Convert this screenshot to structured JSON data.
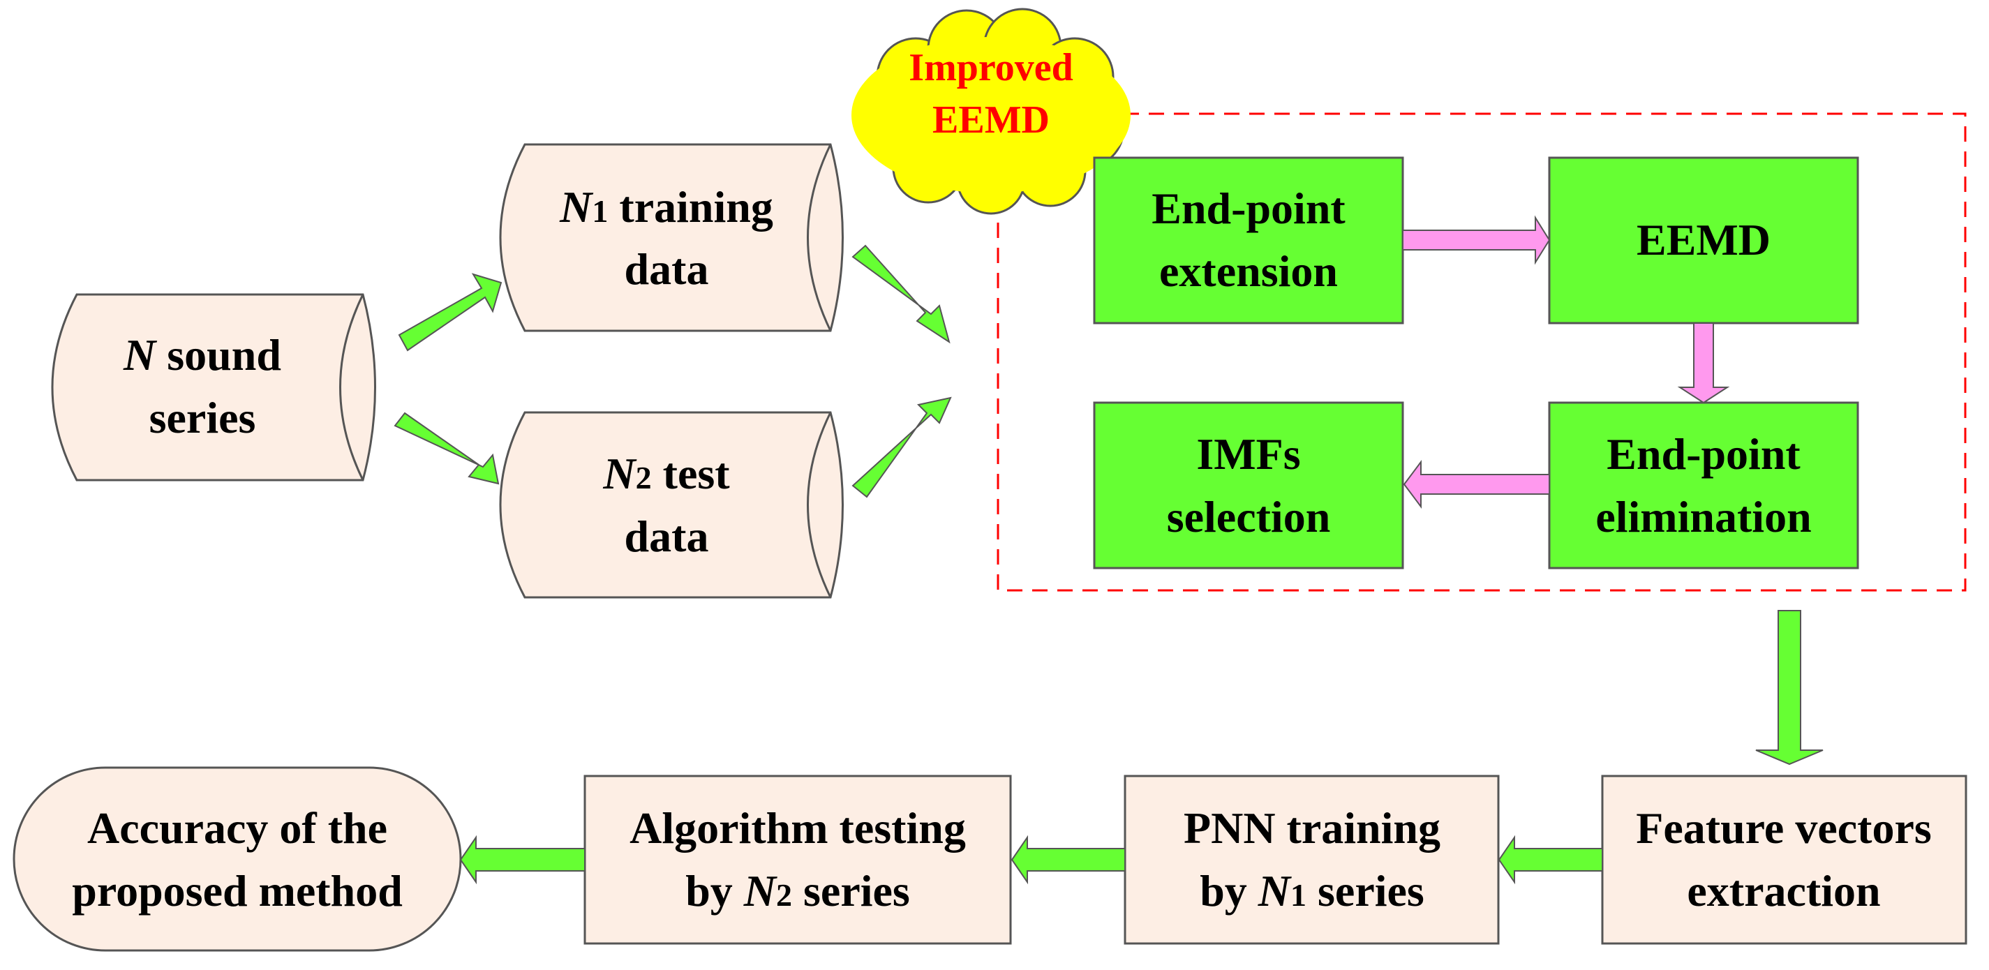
{
  "colors": {
    "peach": "#fdeee4",
    "green_box": "#66ff33",
    "green_arrow": "#66ff33",
    "pink_arrow": "#ff99ee",
    "cloud": "#ffff00",
    "cloud_text": "#ff0000",
    "dashed_border": "#ff0000",
    "stroke": "#555555"
  },
  "nodes": {
    "n_sound_series": {
      "var": "N",
      "line1_rest": " sound",
      "line2": "series"
    },
    "n1_training_data": {
      "var": "N",
      "sub": "1",
      "line1_rest": " training",
      "line2": "data"
    },
    "n2_test_data": {
      "var": "N",
      "sub": "2",
      "line1_rest": " test",
      "line2": "data"
    },
    "improved_eemd": {
      "line1": "Improved",
      "line2": "EEMD"
    },
    "end_point_extension": {
      "line1": "End-point",
      "line2": "extension"
    },
    "eemd": {
      "line1": "EEMD"
    },
    "end_point_elimination": {
      "line1": "End-point",
      "line2": "elimination"
    },
    "imfs_selection": {
      "line1": "IMFs",
      "line2": "selection"
    },
    "feature_vectors_extraction": {
      "line1": "Feature vectors",
      "line2": "extraction"
    },
    "pnn_training": {
      "line1": "PNN training",
      "line2_pre": "by ",
      "var": "N",
      "sub": "1",
      "line2_post": " series"
    },
    "algorithm_testing": {
      "line1": "Algorithm testing",
      "line2_pre": "by ",
      "var": "N",
      "sub": "2",
      "line2_post": " series"
    },
    "accuracy": {
      "line1": "Accuracy of the",
      "line2": "proposed method"
    }
  }
}
